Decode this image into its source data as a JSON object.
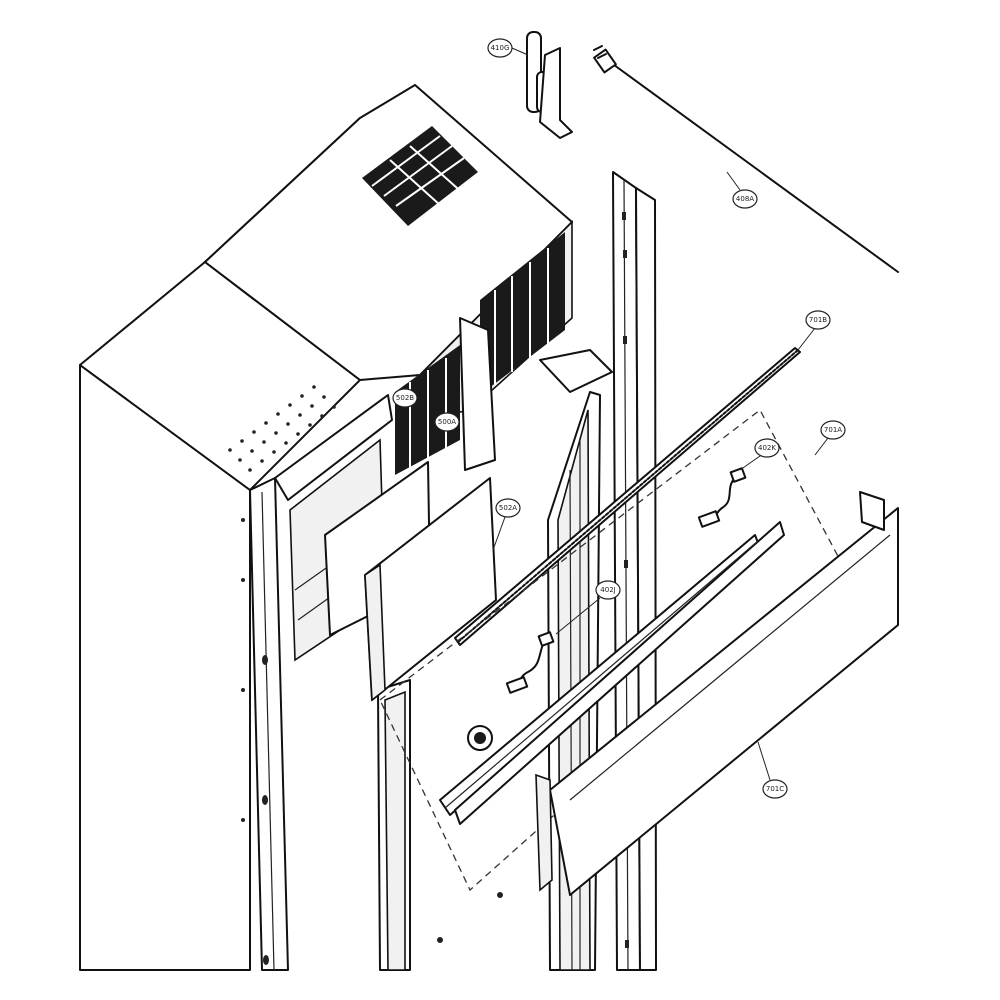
{
  "callouts": [
    {
      "id": "c410",
      "label": "410G"
    },
    {
      "id": "c408",
      "label": "408A"
    },
    {
      "id": "c701b",
      "label": "701B"
    },
    {
      "id": "c701a",
      "label": "701A"
    },
    {
      "id": "c402k",
      "label": "402K"
    },
    {
      "id": "c500b",
      "label": "502B"
    },
    {
      "id": "c500a",
      "label": "500A"
    },
    {
      "id": "c502a",
      "label": "502A"
    },
    {
      "id": "c402j",
      "label": "402J"
    },
    {
      "id": "c701c",
      "label": "701C"
    }
  ]
}
